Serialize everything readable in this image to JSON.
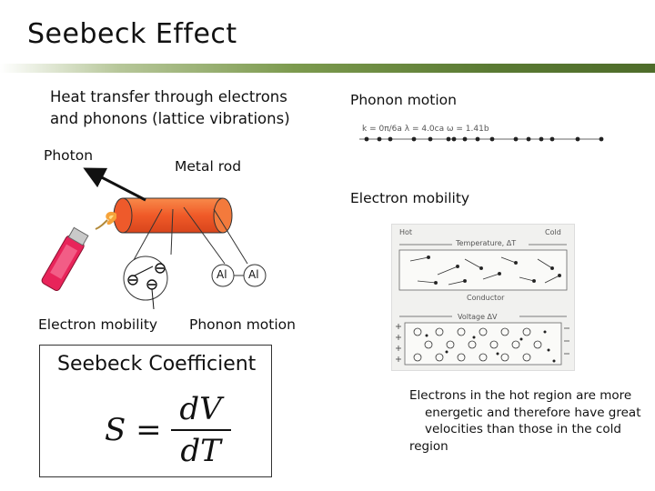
{
  "slide": {
    "title": "Seebeck Effect",
    "heat_transfer_line1": "Heat transfer through electrons",
    "heat_transfer_line2": "and phonons (lattice vibrations)",
    "photon_label": "Photon",
    "metal_rod_label": "Metal rod",
    "electron_mobility_left": "Electron mobility",
    "phonon_motion_left": "Phonon motion",
    "phonon_motion_right": "Phonon motion",
    "electron_mobility_right": "Electron mobility",
    "atom_label_1": "Al",
    "atom_label_2": "Al",
    "coefficient_title": "Seebeck Coefficient",
    "equation": {
      "lhs": "S =",
      "numerator": "dV",
      "denominator": "dT"
    },
    "phonon_caption": "k = 0π/6a   λ = 4.0ca   ω = 1.41b",
    "diagram": {
      "hot": "Hot",
      "cold": "Cold",
      "temperature": "Temperature, ΔT",
      "conductor": "Conductor",
      "voltage": "Voltage ΔV"
    },
    "description": {
      "line1": "Electrons in the hot region are more",
      "line2": "energetic and therefore have great",
      "line3": "velocities than those in the cold",
      "line4": "region"
    }
  },
  "colors": {
    "accent_bar": "#5a7a33",
    "rod": "#f05a28",
    "lighter": "#e8245a"
  }
}
